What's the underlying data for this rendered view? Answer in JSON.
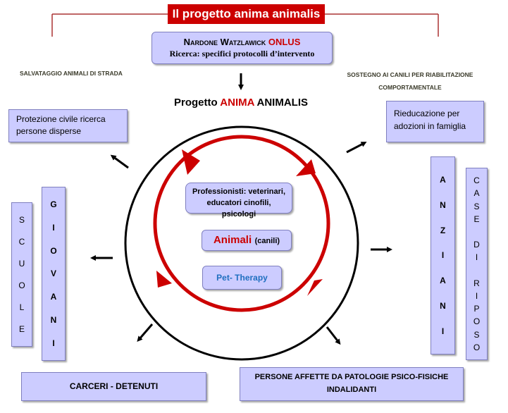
{
  "title": "Il progetto anima animalis",
  "org": {
    "name_part1": "Nardone Watzlawick",
    "name_part2": "ONLUS",
    "subtitle": "Ricerca: specifici protocolli d’intervento"
  },
  "left_caption": "SALVATAGGIO ANIMALI DI STRADA",
  "right_caption": "SOSTEGNO AI CANILI PER RIABILITAZIONE COMPORTAMENTALE",
  "project": {
    "prefix": "Progetto",
    "highlight": "ANIMA",
    "suffix": "ANIMALIS"
  },
  "center": {
    "professionals": "Professionisti: veterinari, educatori cinofili, psicologi",
    "animals": "Animali",
    "animals_note": "(canili)",
    "pet_therapy": "Pet- Therapy"
  },
  "boxes": {
    "protezione": "Protezione civile ricerca persone disperse",
    "rieducazione": "Rieducazione per adozioni in famiglia",
    "carceri": "CARCERI - DETENUTI",
    "persone": "PERSONE AFFETTE DA PATOLOGIE PSICO-FISICHE INDALIDANTI"
  },
  "vertical": {
    "scuole": "SCUOLE",
    "giovani": "GIOVANI",
    "anziani": "ANZIANI",
    "case_di_riposo": "CASE DI RIPOSO"
  },
  "colors": {
    "accent_red": "#cc0000",
    "box_fill": "#ccccff",
    "pet_blue": "#1f6fc0"
  }
}
